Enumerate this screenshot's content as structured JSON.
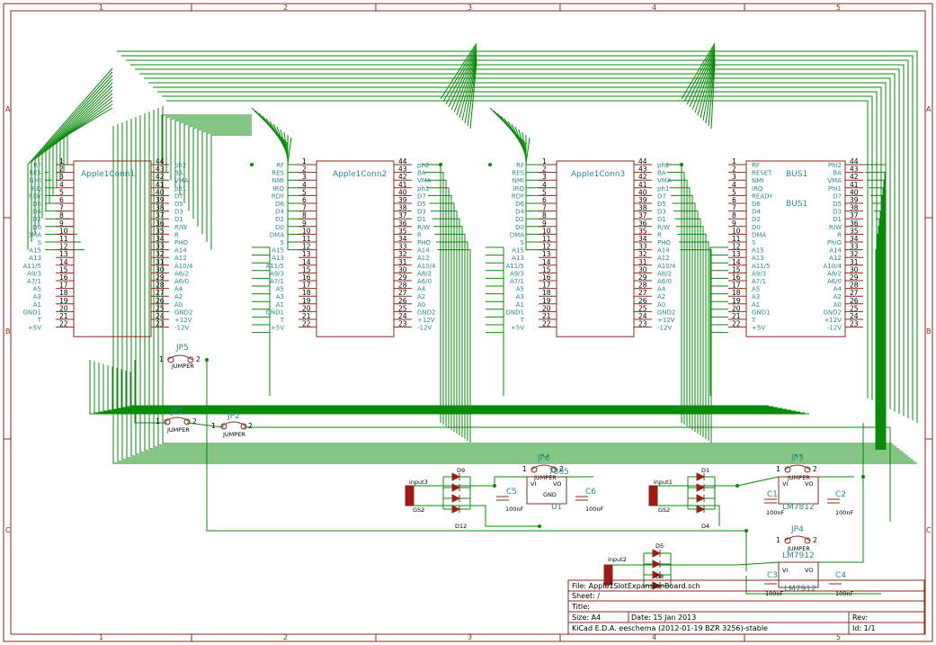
{
  "frame": {
    "col_labels": [
      "1",
      "2",
      "3",
      "4",
      "5"
    ],
    "row_labels": [
      "A",
      "B",
      "C"
    ]
  },
  "connectors": [
    {
      "name": "Apple1Conn1",
      "left_pins": [
        1,
        2,
        3,
        4,
        5,
        6,
        7,
        8,
        9,
        10,
        11,
        12,
        13,
        14,
        15,
        16,
        17,
        18,
        19,
        20,
        21,
        22
      ],
      "left_names": [
        "RF",
        "RES",
        "NMI",
        "IRQ",
        "RDY",
        "D6",
        "D4",
        "D2",
        "D0",
        "DMA",
        "S",
        "A15",
        "A13",
        "A11/5",
        "A9/3",
        "A7/1",
        "A5",
        "A3",
        "A1",
        "GND1",
        "T",
        "+5V"
      ],
      "right_pins": [
        44,
        43,
        42,
        41,
        40,
        39,
        38,
        37,
        36,
        35,
        34,
        33,
        32,
        31,
        30,
        29,
        28,
        27,
        26,
        25,
        24,
        23
      ],
      "right_names": [
        "ph2",
        "BA",
        "VMA",
        "ph1",
        "D7",
        "D5",
        "D3",
        "D1",
        "R/W",
        "R",
        "PHO",
        "A14",
        "A12",
        "A10/4",
        "A8/2",
        "A6/0",
        "A4",
        "A2",
        "A0",
        "GND2",
        "+12V",
        "-12V"
      ]
    },
    {
      "name": "Apple1Conn2",
      "left_pins": [
        1,
        2,
        3,
        4,
        5,
        6,
        7,
        8,
        9,
        10,
        11,
        12,
        13,
        14,
        15,
        16,
        17,
        18,
        19,
        20,
        21,
        22
      ],
      "left_names": [
        "RF",
        "RES",
        "NMI",
        "IRQ",
        "RDY",
        "D6",
        "D4",
        "D2",
        "D0",
        "DMA",
        "S",
        "A15",
        "A13",
        "A11/5",
        "A9/3",
        "A7/1",
        "A5",
        "A3",
        "A1",
        "GND1",
        "T",
        "+5V"
      ],
      "right_pins": [
        44,
        43,
        42,
        41,
        40,
        39,
        38,
        37,
        36,
        35,
        34,
        33,
        32,
        31,
        30,
        29,
        28,
        27,
        26,
        25,
        24,
        23
      ],
      "right_names": [
        "ph2",
        "BA",
        "VMA",
        "ph1",
        "D7",
        "D5",
        "D3",
        "D1",
        "R/W",
        "R",
        "PHO",
        "A14",
        "A12",
        "A10/4",
        "A8/2",
        "A6/0",
        "A4",
        "A2",
        "A0",
        "GND2",
        "+12V",
        "-12V"
      ]
    },
    {
      "name": "Apple1Conn3",
      "left_pins": [
        1,
        2,
        3,
        4,
        5,
        6,
        7,
        8,
        9,
        10,
        11,
        12,
        13,
        14,
        15,
        16,
        17,
        18,
        19,
        20,
        21,
        22
      ],
      "left_names": [
        "RF",
        "RES",
        "NMI",
        "IRQ",
        "RDY",
        "D6",
        "D4",
        "D2",
        "D0",
        "DMA",
        "S",
        "A15",
        "A13",
        "A11/5",
        "A9/3",
        "A7/1",
        "A5",
        "A3",
        "A1",
        "GND1",
        "T",
        "+5V"
      ],
      "right_pins": [
        44,
        43,
        42,
        41,
        40,
        39,
        38,
        37,
        36,
        35,
        34,
        33,
        32,
        31,
        30,
        29,
        28,
        27,
        26,
        25,
        24,
        23
      ],
      "right_names": [
        "ph2",
        "BA",
        "VMA",
        "ph1",
        "D7",
        "D5",
        "D3",
        "D1",
        "R/W",
        "R",
        "PHO",
        "A14",
        "A12",
        "A10/4",
        "A8/2",
        "A6/0",
        "A4",
        "A2",
        "A0",
        "GND2",
        "+12V",
        "-12V"
      ]
    },
    {
      "name": "BUS1",
      "left_pins": [
        1,
        2,
        3,
        4,
        5,
        6,
        7,
        8,
        9,
        10,
        11,
        12,
        13,
        14,
        15,
        16,
        17,
        18,
        19,
        20,
        21,
        22
      ],
      "left_names": [
        "RF",
        "RESET",
        "NMI",
        "IRQ",
        "READY",
        "D6",
        "D4",
        "D2",
        "D0",
        "DMA",
        "S",
        "A15",
        "A13",
        "A11/5",
        "A9/3",
        "A7/1",
        "A5",
        "A3",
        "A1",
        "GND1",
        "T",
        "+5V"
      ],
      "right_pins": [
        44,
        43,
        42,
        41,
        40,
        39,
        38,
        37,
        36,
        35,
        34,
        33,
        32,
        31,
        30,
        29,
        28,
        27,
        26,
        25,
        24,
        23
      ],
      "right_names": [
        "Phi2",
        "BA",
        "VMA",
        "Phi1",
        "D7",
        "D5",
        "D3",
        "D1",
        "R/W",
        "R",
        "PhiO",
        "A14",
        "A12",
        "A10/4",
        "A8/2",
        "A6/0",
        "A4",
        "A2",
        "A0",
        "GND2",
        "+12V",
        "-12V"
      ]
    }
  ],
  "jumpers": {
    "jp5_top": "JP5",
    "jp1": "JP1",
    "jp2": "JP2",
    "jp6": "JP6",
    "jp3": "JP3",
    "jp4": "JP4",
    "sub": "JUMPER"
  },
  "regulators": {
    "u1": "U1",
    "u1_part": "7805",
    "lm7812": "LM7812",
    "lm7912": "LM7912"
  },
  "caps": {
    "c1": "C1",
    "c2": "C2",
    "c3": "C3",
    "c4": "C4",
    "c5": "C5",
    "c6": "C6",
    "val": "100nF"
  },
  "inputs": {
    "input1": "input1",
    "input2": "input2",
    "input3": "input3",
    "blk": "GS2"
  },
  "diodes": {
    "d1": "D1",
    "d4": "D4",
    "d5": "D5",
    "d8": "D8",
    "d9": "D9",
    "d12": "D12"
  },
  "title_block": {
    "file": "File: Apple1SlotExpansionBoard.sch",
    "sheet": "Sheet: /",
    "title": "Title:",
    "size": "Size: A4",
    "date": "Date: 15 Jan 2013",
    "rev": "Rev:",
    "kicad": "KiCad E.D.A.  eeschema (2012-01-19 BZR 3256)-stable",
    "id": "Id: 1/1"
  }
}
